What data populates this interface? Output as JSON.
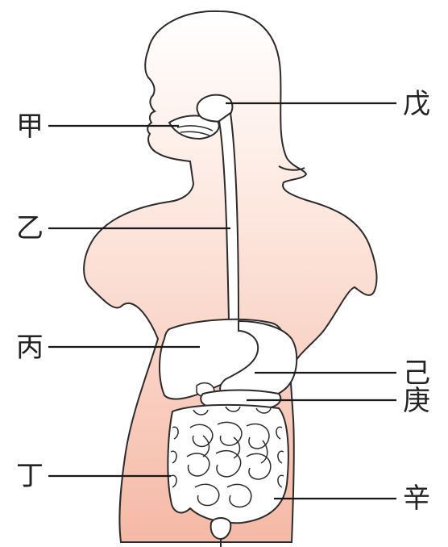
{
  "diagram": {
    "labels": {
      "jia": "甲",
      "yi": "乙",
      "bing": "丙",
      "ding": "丁",
      "wu": "戊",
      "ji": "己",
      "geng": "庚",
      "xin": "辛"
    },
    "colors": {
      "skin_top": "#ffffff",
      "skin_bottom": "#f5b9a6",
      "organ_fill": "#ffffff",
      "outline": "#2b2b2b"
    }
  }
}
